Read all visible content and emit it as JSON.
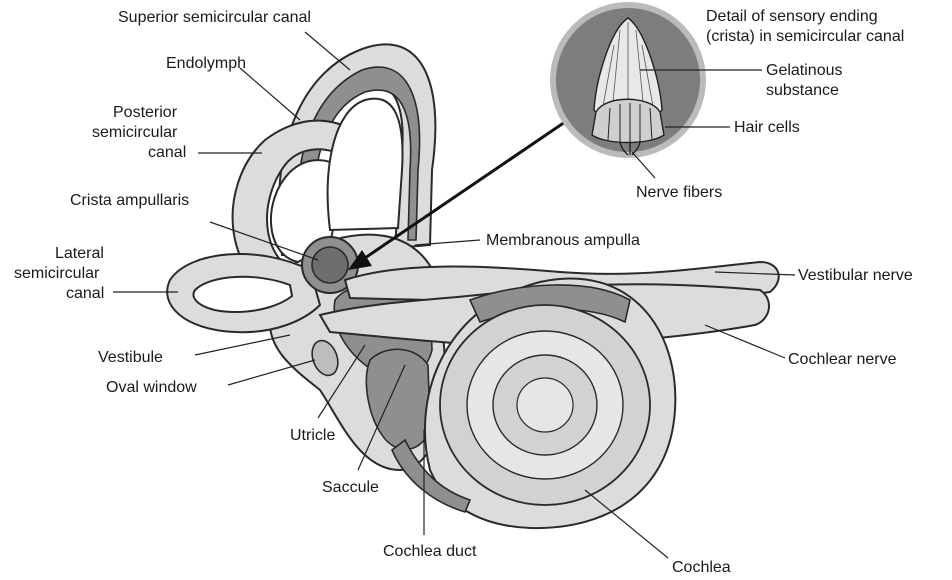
{
  "labels": {
    "superior_canal": "Superior semicircular canal",
    "endolymph": "Endolymph",
    "posterior_canal_1": "Posterior",
    "posterior_canal_2": "semicircular",
    "posterior_canal_3": "canal",
    "crista_ampullaris": "Crista ampullaris",
    "lateral_canal_1": "Lateral",
    "lateral_canal_2": "semicircular",
    "lateral_canal_3": "canal",
    "vestibule": "Vestibule",
    "oval_window": "Oval window",
    "utricle": "Utricle",
    "saccule": "Saccule",
    "cochlea_duct": "Cochlea duct",
    "cochlea": "Cochlea",
    "membranous_ampulla": "Membranous ampulla",
    "vestibular_nerve": "Vestibular nerve",
    "cochlear_nerve": "Cochlear nerve",
    "detail_title_1": "Detail of sensory ending",
    "detail_title_2": "(crista) in semicircular canal",
    "gelatinous_1": "Gelatinous",
    "gelatinous_2": "substance",
    "hair_cells": "Hair cells",
    "nerve_fibers": "Nerve fibers"
  },
  "colors": {
    "bony_labyrinth": "#dcdcdc",
    "membranous_labyrinth": "#8f8f8f",
    "outline": "#2a2a2a",
    "detail_background": "#7d7d7d"
  }
}
